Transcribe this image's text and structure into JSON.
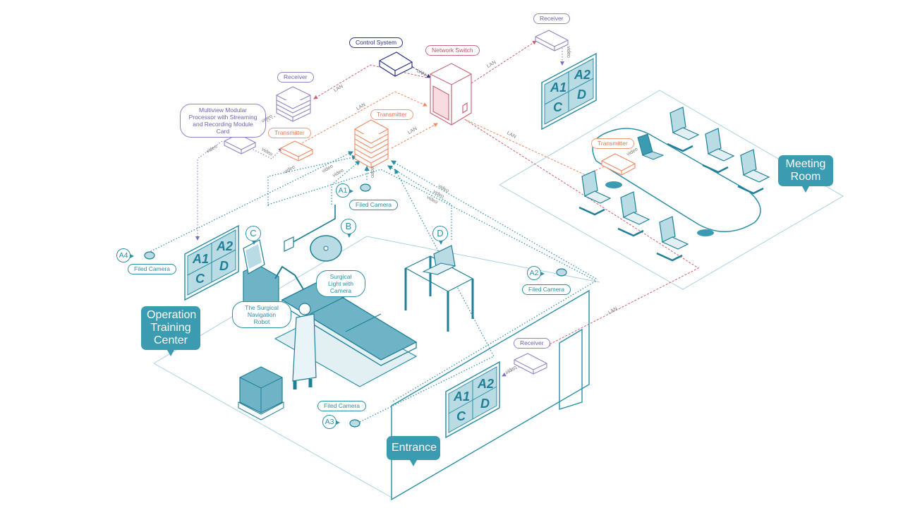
{
  "diagram": {
    "title": "Operation Training Center and Meeting Room AV-over-IP System",
    "zones": {
      "operation_training_center": "Operation\nTraining\nCenter",
      "meeting_room": "Meeting\nRoom",
      "entrance": "Entrance"
    },
    "devices": {
      "control_system": "Control System",
      "network_switch": "Network Switch",
      "receiver_top_left": "Receiver",
      "receiver_top_right": "Receiver",
      "receiver_entrance": "Receiver",
      "multiview_processor": "Multiview Modular Processor with  Streaming and Recording Module Card",
      "transmitter_small": "Transmitter",
      "transmitter_stack": "Transmitter",
      "transmitter_meeting": "Transmitter"
    },
    "equipment": {
      "surgical_robot": "The Surgical Navigation Robot",
      "surgical_light": "Surgical Light with Camera"
    },
    "cameras": [
      {
        "id": "A1",
        "label": "Filed Camera"
      },
      {
        "id": "A2",
        "label": "Filed Camera"
      },
      {
        "id": "A3",
        "label": "Filed Camera"
      },
      {
        "id": "A4",
        "label": "Filed Camera"
      }
    ],
    "source_tags": {
      "b": "B",
      "c": "C",
      "d": "D"
    },
    "videowall_cells": [
      "A1",
      "A2",
      "C",
      "D"
    ],
    "connection_labels": {
      "lan": "LAN",
      "video": "video"
    },
    "colors": {
      "teal": "#2b8fa6",
      "teal_fill": "#3a9bb1",
      "light_fill": "#b9dbe4",
      "lan_red": "#d0606f",
      "orange": "#ef8a62",
      "purple": "#8e86c4",
      "navy": "#2c3587"
    }
  }
}
